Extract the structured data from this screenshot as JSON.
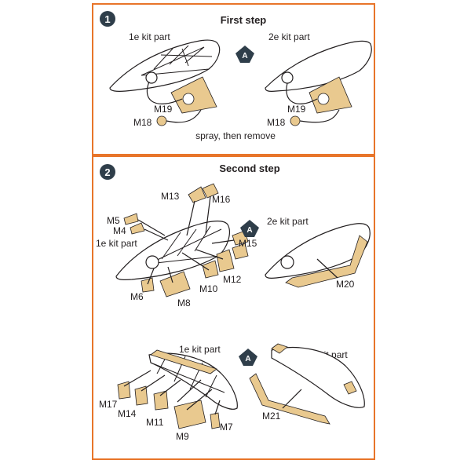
{
  "step1": {
    "number": "1",
    "title": "First step",
    "left_part": "1e kit part",
    "right_part": "2e kit part",
    "badge": "A",
    "left_m19": "M19",
    "left_m18": "M18",
    "right_m19": "M19",
    "right_m18": "M18",
    "note": "spray, then remove"
  },
  "step2": {
    "number": "2",
    "title": "Second step",
    "upper_left_part": "1e kit part",
    "upper_right_part": "2e kit part",
    "upper_badge": "A",
    "lower_left_part": "1e kit part",
    "lower_right_part": "2e kit part",
    "lower_badge": "A",
    "m13": "M13",
    "m16": "M16",
    "m5": "M5",
    "m4": "M4",
    "m15": "M15",
    "m12": "M12",
    "m10": "M10",
    "m6": "M6",
    "m8": "M8",
    "m20": "M20",
    "m17": "M17",
    "m14": "M14",
    "m11": "M11",
    "m9": "M9",
    "m7": "M7",
    "m21": "M21"
  },
  "colors": {
    "border": "#e8752a",
    "mask": "#e9c98f",
    "badge": "#2f3e4a"
  }
}
